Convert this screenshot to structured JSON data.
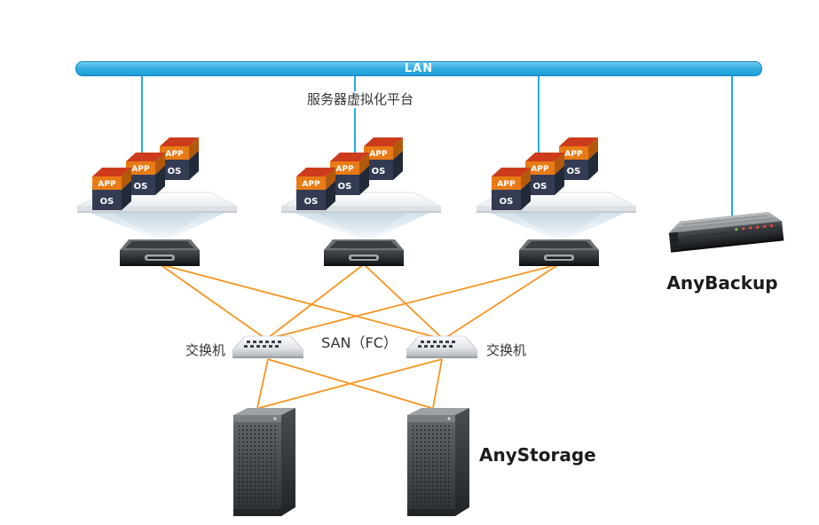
{
  "labels": {
    "lan": "LAN",
    "platform": "服务器虚拟化平台",
    "san": "SAN（FC）",
    "switch": "交换机",
    "anybackup": "AnyBackup",
    "anystorage": "AnyStorage"
  },
  "vm": {
    "app_label": "APP",
    "os_label": "OS"
  },
  "colors": {
    "lan_bar_fill": "#2ea7dc",
    "blue_line": "#29abe2",
    "orange_line": "#f7941e",
    "cube_top_face": "#cc3b1c",
    "cube_app_band": "#e97b16",
    "cube_os_band": "#333c52",
    "label_text": "#333333"
  }
}
